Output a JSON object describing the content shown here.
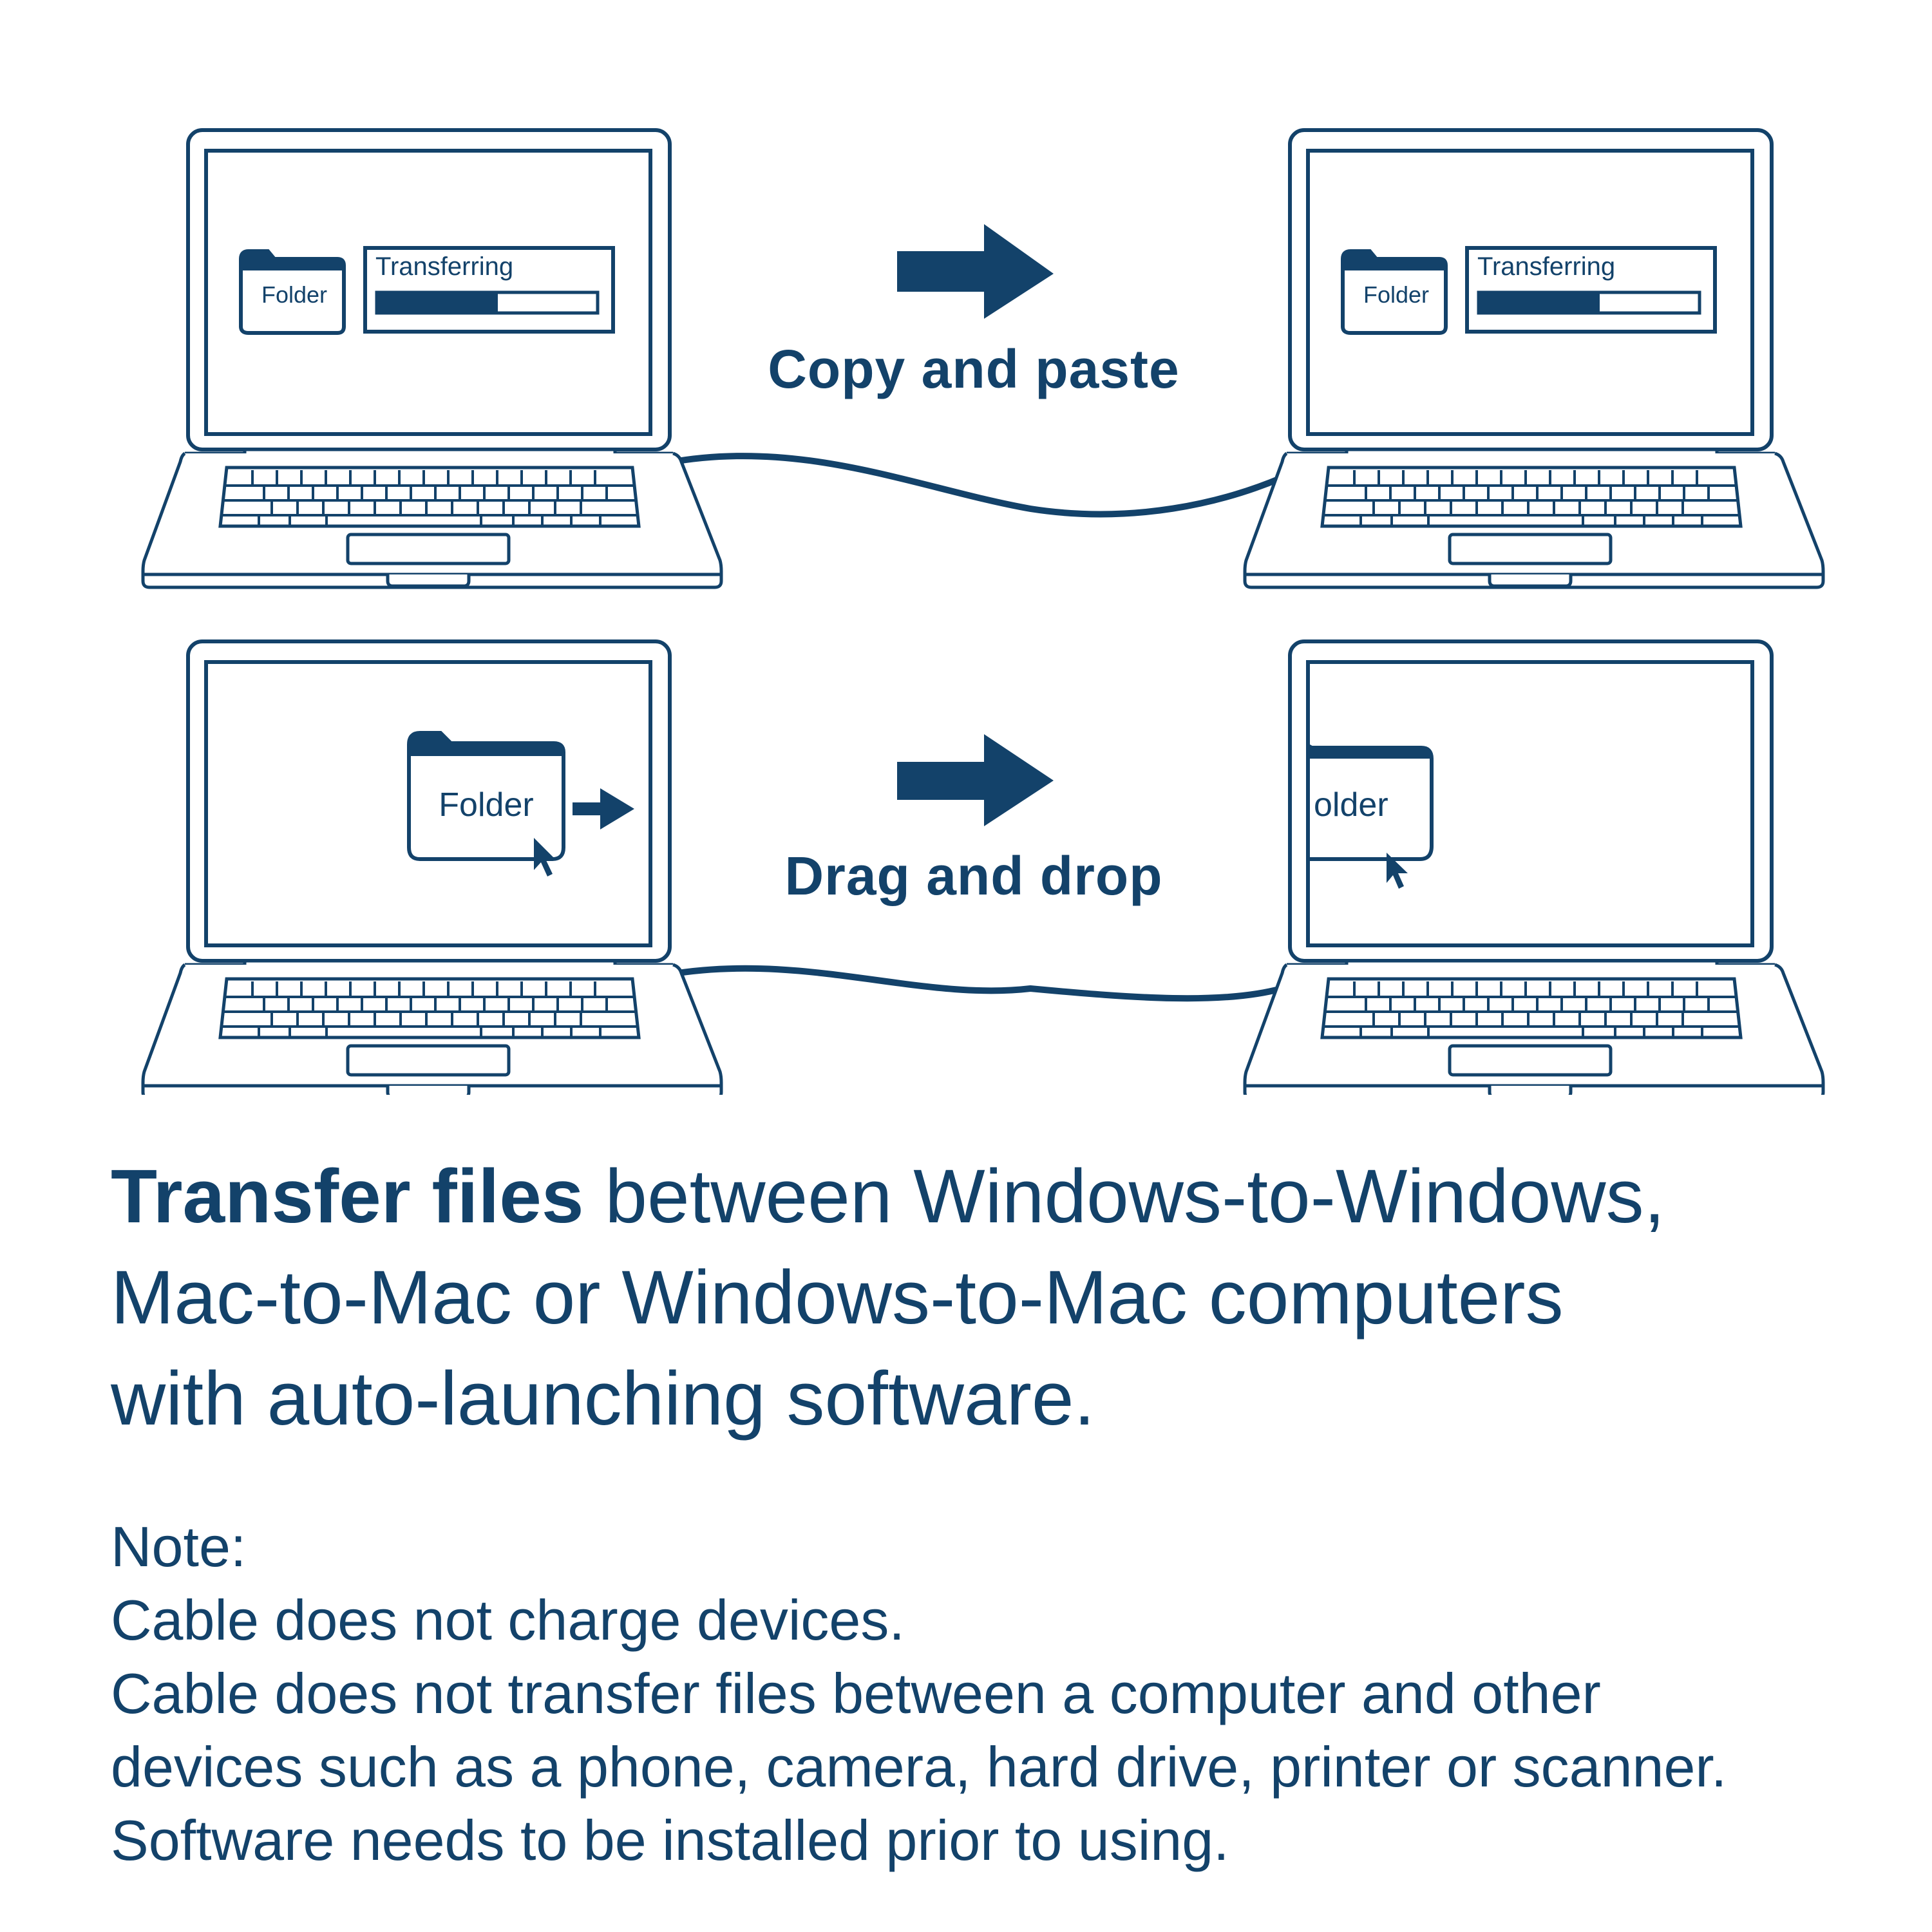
{
  "colors": {
    "primary": "#13426a",
    "background": "#ffffff"
  },
  "rows": [
    {
      "method_label": "Copy and paste",
      "arrow_icon": "right-arrow-icon",
      "left_laptop": {
        "folder_label": "Folder",
        "dialog_title": "Transferring",
        "progress_percent": 55
      },
      "right_laptop": {
        "folder_label": "Folder",
        "dialog_title": "Transferring",
        "progress_percent": 55
      }
    },
    {
      "method_label": "Drag and drop",
      "arrow_icon": "right-arrow-icon",
      "left_laptop": {
        "folder_label": "Folder",
        "cursor_icon": "mouse-pointer-icon",
        "drag_arrow_icon": "right-arrow-icon"
      },
      "right_laptop": {
        "folder_label_partial": "older",
        "cursor_icon": "mouse-pointer-icon"
      }
    }
  ],
  "headline": {
    "bold": "Transfer files",
    "line1_rest": " between Windows-to-Windows,",
    "line2": "Mac-to-Mac or Windows-to-Mac computers",
    "line3": "with auto-launching software."
  },
  "notes": {
    "title": "Note:",
    "lines": [
      "Cable does not charge devices.",
      "Cable does not transfer files between a computer and other",
      "devices such as a phone, camera, hard drive, printer or scanner.",
      "Software needs to be installed prior to using."
    ]
  }
}
